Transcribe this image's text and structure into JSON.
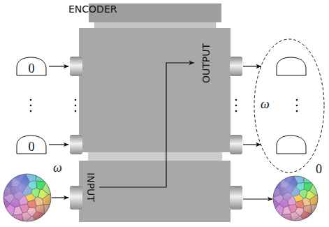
{
  "diagram": {
    "nodes": [
      {
        "text": [
          "ENCODER"
        ]
      },
      {
        "text": [
          "OUTPUT"
        ],
        "in": 0
      },
      {
        "text": [
          "INPUT"
        ],
        "in": 0
      },
      {
        "text": [
          "0"
        ]
      },
      {
        "text": [
          "0"
        ]
      },
      {
        "text": [
          "ω"
        ]
      },
      {
        "text": [
          "ω"
        ]
      },
      {
        "text": [
          "0"
        ]
      }
    ],
    "edges": [
      {
        "from": 3,
        "to": 0,
        "arrow": "to"
      },
      {
        "from": 4,
        "to": 0,
        "arrow": "to"
      },
      {
        "from": 0,
        "to": 5,
        "arrow": "to"
      },
      {
        "from": 0,
        "to": 5,
        "arrow": "to"
      },
      {
        "from": 6,
        "to": 0,
        "arrow": "to"
      },
      {
        "from": 0,
        "to": 7,
        "arrow": "to"
      },
      {
        "from": 2,
        "to": 1,
        "arrow": "to"
      }
    ]
  }
}
